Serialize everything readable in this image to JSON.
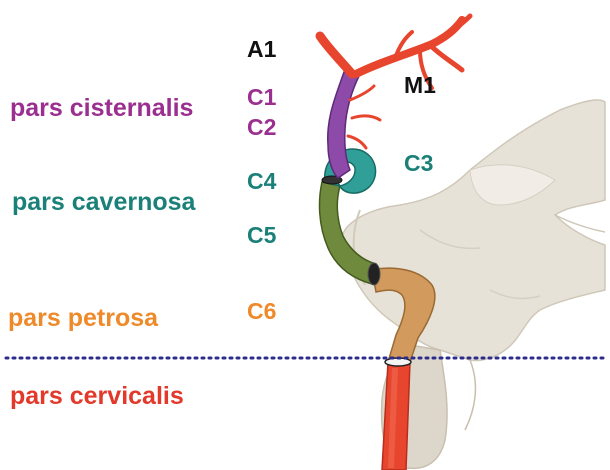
{
  "colors": {
    "cisternalis": "#9b2f8f",
    "cavernosa": "#1a8078",
    "petrosa": "#ee8a2a",
    "cervicalis": "#e2392a",
    "label_black": "#111111",
    "divider": "#2c2c8c",
    "artery_red": "#e8452e",
    "segment_purple": "#8d4aa8",
    "segment_teal": "#2f9f98",
    "segment_olive": "#6f8a3c",
    "segment_tan": "#d29a5c",
    "bone": "#e7e2d8"
  },
  "regions": {
    "cisternalis": "pars cisternalis",
    "cavernosa": "pars cavernosa",
    "petrosa": "pars petrosa",
    "cervicalis": "pars cervicalis"
  },
  "segments": {
    "a1": "A1",
    "m1": "M1",
    "c1": "C1",
    "c2": "C2",
    "c3": "C3",
    "c4": "C4",
    "c5": "C5",
    "c6": "C6"
  }
}
